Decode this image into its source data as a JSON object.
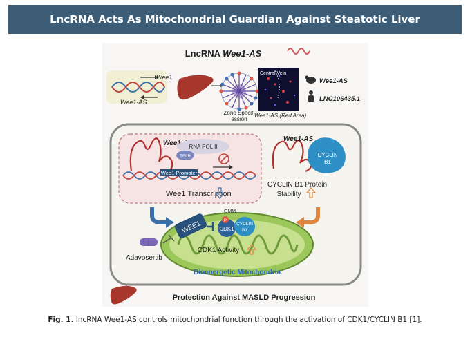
{
  "banner": {
    "title": "LncRNA Acts As Mitochondrial Guardian Against Steatotic Liver"
  },
  "figure": {
    "title_prefix": "LncRNA ",
    "title_italic": "Wee1-AS",
    "top": {
      "strand_wee1": "Wee1",
      "strand_wee1as": "Wee1-AS",
      "zonal_label_1": "Zone Specif.",
      "zonal_label_2": "ession",
      "micro_label": "Central Vein",
      "micro_caption": "Wee1-AS (Red Area)",
      "mouse_gene": "Wee1-AS",
      "human_gene": "LNC106435.1"
    },
    "cell": {
      "left_lnc_label": "Wee1-AS",
      "rna_pol": "RNA POL II",
      "tfiib": "TFIIB",
      "promoter": "Wee1 Promoter",
      "transcription": "Wee1 Transcription",
      "right_lnc_label": "Wee1-AS",
      "cyclin": "CYCLIN",
      "cyclin_b1": "B1",
      "protein_stability_1": "CYCLIN B1 Protein",
      "protein_stability_2": "Stability",
      "omm": "OMM",
      "wee1_box": "WEE1",
      "p_badge": "P",
      "cdk1": "CDK1",
      "mito_cyclin": "CYCLIN",
      "mito_b1": "B1",
      "cdk1_activity": "CDK1 Activity",
      "drug": "Adavosertib",
      "mito_label": "Bioenergetic Mitochondria"
    },
    "bottom": "Protection Against MASLD Progression"
  },
  "caption": {
    "prefix": "Fig. 1.",
    "text": " lncRNA Wee1-AS controls mitochondrial function through the activation of CDK1/CYCLIN B1 [1]."
  }
}
